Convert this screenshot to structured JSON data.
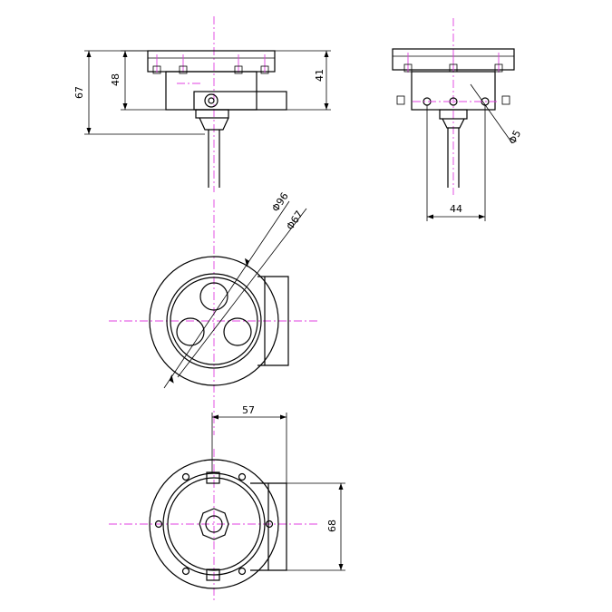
{
  "colors": {
    "line": "#000000",
    "centerline": "#e040e0",
    "background": "#ffffff"
  },
  "views": {
    "front": {
      "dim_total_height": "67",
      "dim_body_height": "48"
    },
    "side": {
      "dim_top_height": "41",
      "dim_hole_dia": "Φ5",
      "dim_width": "44"
    },
    "top": {
      "dim_outer_dia": "Φ96",
      "dim_inner_dia": "Φ67"
    },
    "bottom": {
      "dim_bracket_offset": "57",
      "dim_bracket_height": "68"
    }
  }
}
